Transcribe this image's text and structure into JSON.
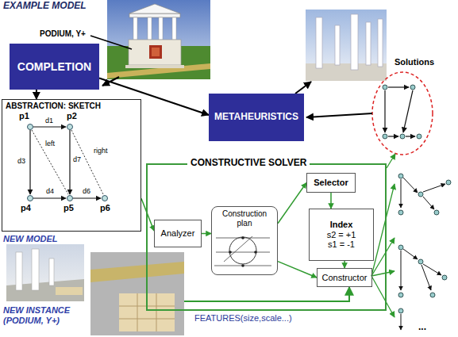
{
  "diagram": {
    "nodes": [
      {
        "text": [
          "COMPLETION"
        ]
      },
      {
        "text": [
          "METAHEURISTICS"
        ]
      },
      {
        "text": [
          "ABSTRACTION: SKETCH"
        ]
      },
      {
        "text": [
          "CONSTRUCTIVE SOLVER"
        ]
      },
      {
        "text": [
          "Selector"
        ],
        "in": 3
      },
      {
        "text": [
          "Analyzer"
        ],
        "in": 3
      },
      {
        "text": [
          "Construction plan"
        ],
        "in": 3
      },
      {
        "text": [
          "Index",
          "s2 = +1",
          "s1 = -1"
        ],
        "in": 3
      },
      {
        "text": [
          "Constructor"
        ],
        "in": 3
      }
    ],
    "edges": [
      {
        "from": 0,
        "to": 1,
        "arrow": "to"
      },
      {
        "from": 0,
        "to": 2,
        "arrow": "to"
      },
      {
        "from": 2,
        "to": 5,
        "arrow": "to"
      },
      {
        "from": 5,
        "to": 6,
        "arrow": "to"
      },
      {
        "from": 6,
        "to": 4,
        "arrow": "to"
      },
      {
        "from": 6,
        "to": 8,
        "arrow": "to"
      },
      {
        "from": 4,
        "to": 7,
        "arrow": "to"
      },
      {
        "from": 7,
        "to": 8,
        "arrow": "to"
      }
    ],
    "labels": [
      "EXAMPLE MODEL",
      "PODIUM, Y+",
      "Solutions",
      "p1",
      "d1",
      "p2",
      "d3",
      "left",
      "d7",
      "right",
      "d4",
      "d6",
      "p4",
      "p5",
      "p6",
      "NEW MODEL",
      "NEW INSTANCE (PODIUM, Y+)",
      "FEATURES(size,scale...)",
      "..."
    ]
  }
}
